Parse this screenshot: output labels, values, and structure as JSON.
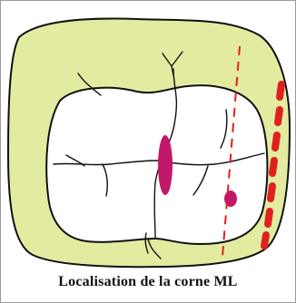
{
  "figure": {
    "caption": "Localisation de la corne ML",
    "colors": {
      "enamel_outline": "#e3eba0",
      "crown_fill": "#ffffff",
      "outline": "#111111",
      "pulp_horn_mark": "#c2186b",
      "reference_line": "#e02020",
      "frame_border": "#9a9a9a"
    },
    "icons": {
      "tooth": "molar-occlusal-view",
      "horn_marker": "magenta-ellipse",
      "dash_line": "red-dashed-line"
    }
  }
}
